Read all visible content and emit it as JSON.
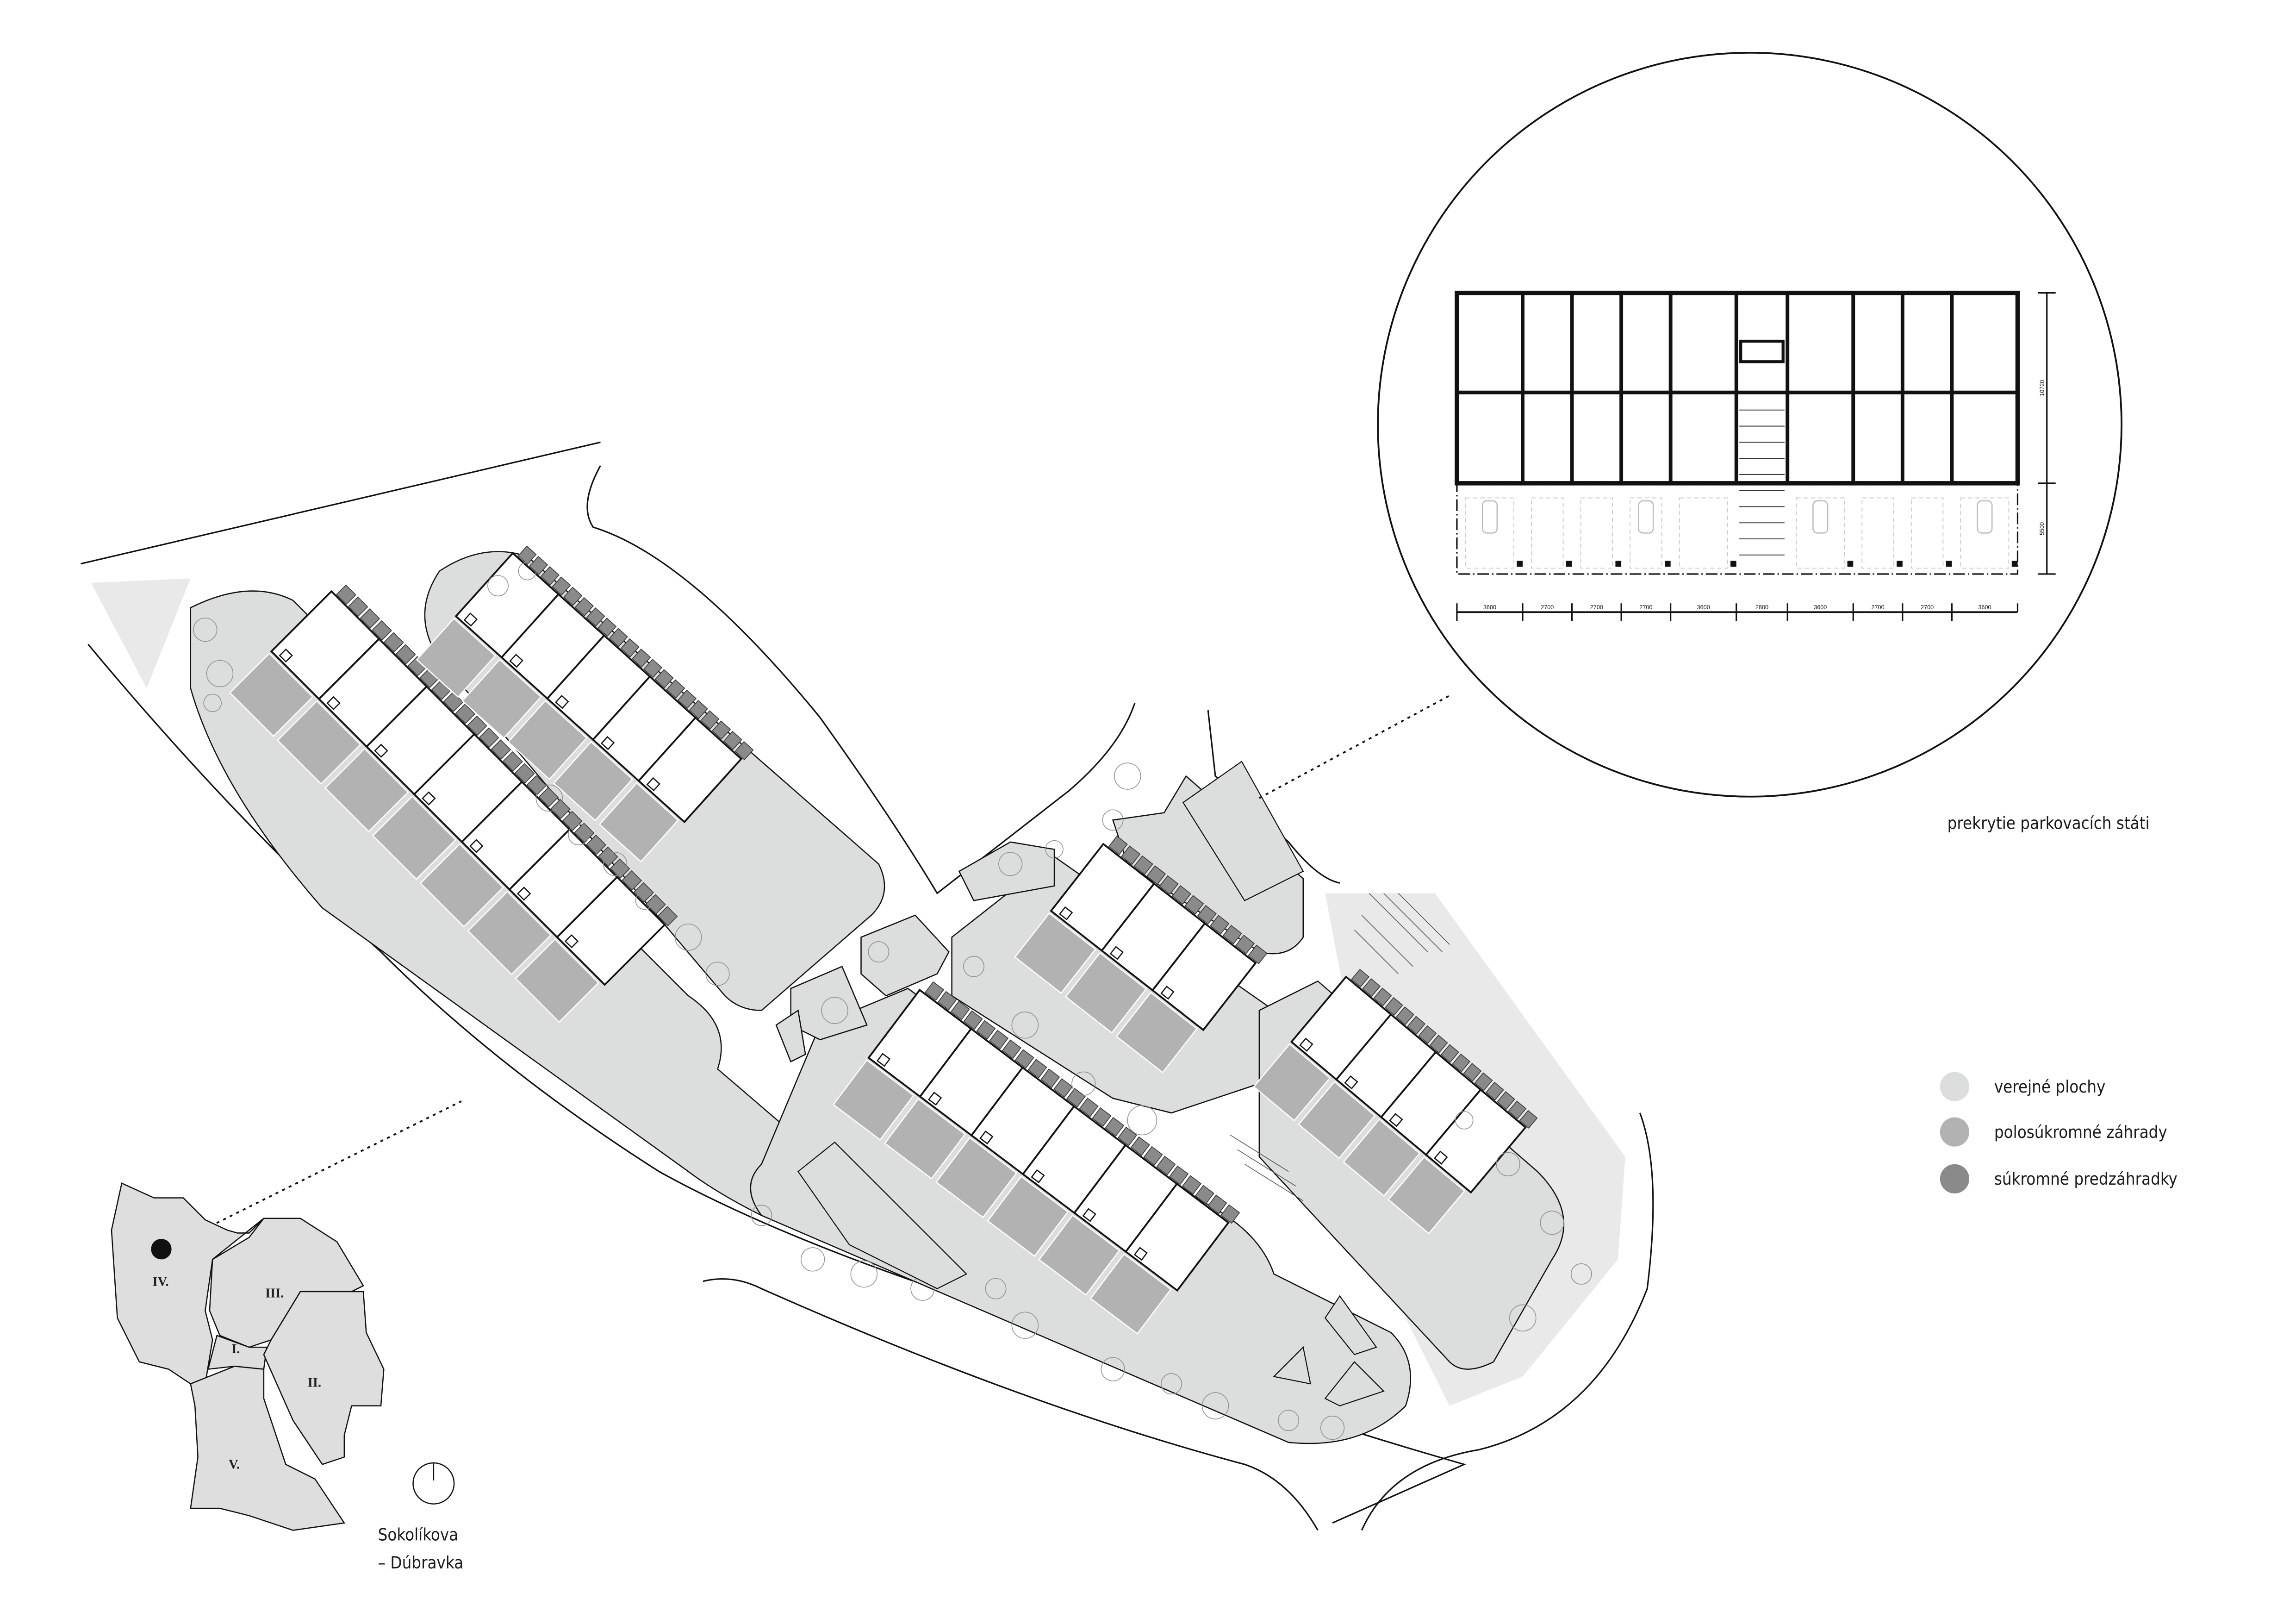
{
  "colors": {
    "public": "#dcdedd",
    "semi_private": "#b2b2b2",
    "private": "#8a8a8a",
    "line": "#111111",
    "locator_fill": "#dedede"
  },
  "inset": {
    "caption": "prekrytie parkovacích státi",
    "horizontal_dimensions": [
      "3600",
      "2700",
      "2700",
      "2700",
      "3600",
      "2800",
      "3600",
      "2700",
      "2700",
      "3600"
    ],
    "vertical_dimensions": [
      "10720",
      "5500"
    ]
  },
  "legend": {
    "items": [
      {
        "label": "verejné plochy",
        "color_key": "public"
      },
      {
        "label": "polosúkromné záhrady",
        "color_key": "semi_private"
      },
      {
        "label": "súkromné predzáhradky",
        "color_key": "private"
      }
    ]
  },
  "locator": {
    "districts": [
      "I.",
      "II.",
      "III.",
      "IV.",
      "V."
    ],
    "place_line1": "Sokolíkova",
    "place_line2": "– Dúbravka"
  },
  "north_arrow": {
    "icon": "north-arrow-icon"
  }
}
